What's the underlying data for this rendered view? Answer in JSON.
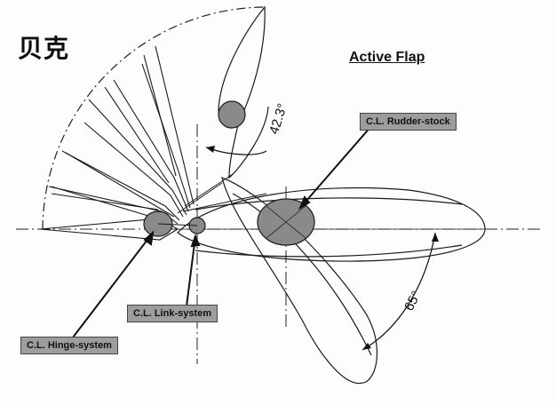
{
  "header": {
    "title_cn": "贝克",
    "title_en": "Active Flap"
  },
  "labels": {
    "rudder_stock": "C.L. Rudder-stock",
    "link_system": "C.L. Link-system",
    "hinge_system": "C.L. Hinge-system"
  },
  "angles": {
    "flap_angle": "42.3°",
    "rudder_angle": "65°"
  },
  "colors": {
    "line": "#1a1a1a",
    "hub_fill": "#8a8a8a",
    "label_box": "#9d9d9d"
  }
}
